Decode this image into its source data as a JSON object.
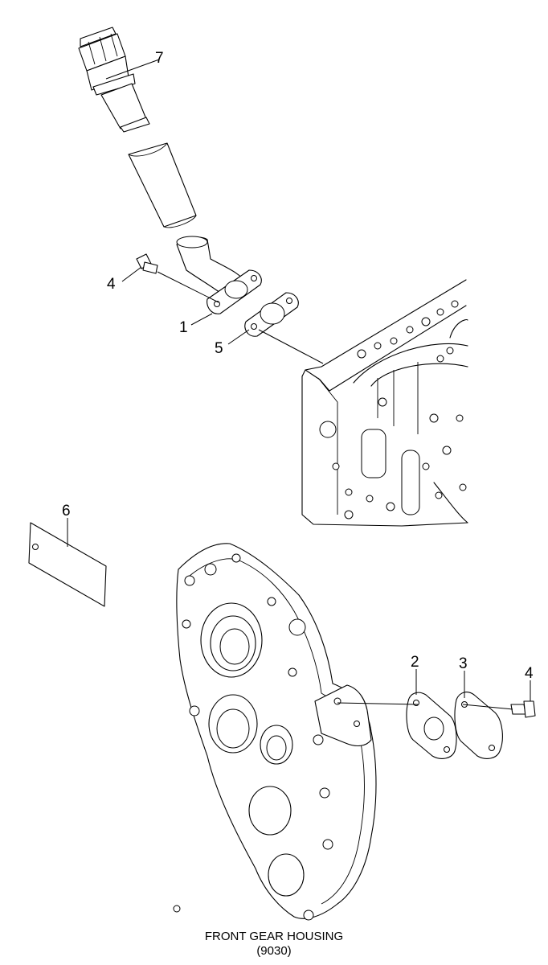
{
  "callouts": {
    "c1": "1",
    "c2": "2",
    "c3": "3",
    "c4_top": "4",
    "c4_bottom": "4",
    "c5": "5",
    "c6": "6",
    "c7": "7"
  },
  "caption": {
    "line1": "FRONT GEAR HOUSING",
    "line2": "(9030)"
  }
}
